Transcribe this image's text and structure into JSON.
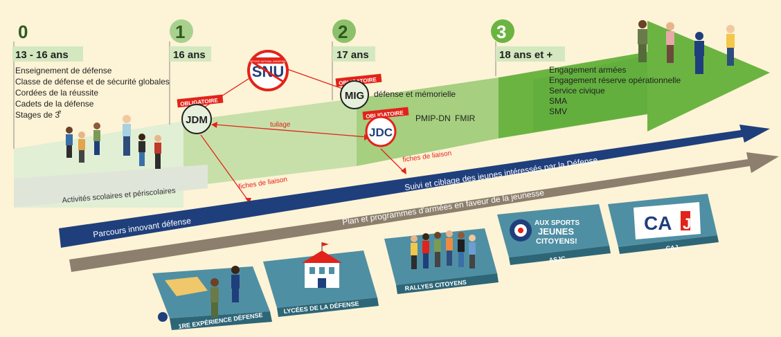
{
  "stages": [
    {
      "number": "0",
      "age": "13 - 16 ans"
    },
    {
      "number": "1",
      "age": "16 ans"
    },
    {
      "number": "2",
      "age": "17 ans"
    },
    {
      "number": "3",
      "age": "18 ans et +"
    }
  ],
  "stage0_items": [
    "Enseignement de défense",
    "Classe de défense et de sécurité globales",
    "Cordées de la réussite",
    "Cadets de la défense",
    "Stages de 3"
  ],
  "stage0_superscript": "e",
  "stage3_items": [
    "Engagement armées",
    "Engagement réserve opérationnelle",
    "Service civique",
    "SMA",
    "SMV"
  ],
  "badges": {
    "obligatoire": "OBLIGATOIRE",
    "snu": "SNU",
    "snu_small": "SERVICE NATIONAL UNIVERSEL",
    "jdm": "JDM",
    "mig": "MIG",
    "jdc": "JDC"
  },
  "labels": {
    "mig_desc": "défense et mémorielle",
    "pmip": "PMIP-DN",
    "fmir": "FMIR",
    "tuilage": "tuilage",
    "fiches1": "fiches de liaison",
    "fiches2": "fiches de liaison",
    "band_activities": "Activités scolaires et périscolaires",
    "band_suivi": "Suivi et ciblage des jeunes intéressés par la Défense",
    "band_parcours": "Parcours innovant défense",
    "band_plan": "Plan et programmes d'armées en faveur de la jeunesse"
  },
  "tiles": [
    {
      "label": "1RE EXPÉRIENCE DÉFENSE"
    },
    {
      "label": "LYCÉES DE LA DÉFENSE"
    },
    {
      "label": "RALLYES CITOYENS"
    },
    {
      "label": "ASJC",
      "logo": [
        "AUX SPORTS",
        "JEUNES",
        "CITOYENS!"
      ]
    },
    {
      "label": "CAJ",
      "logo": [
        "CA",
        "J"
      ]
    }
  ],
  "colors": {
    "background": "#fdf3d6",
    "green_dark": "#5aa93a",
    "green_mid": "#a9d18e",
    "green_light": "#d4e8c0",
    "navy": "#1f3f7c",
    "taupe": "#8c7f6d",
    "teal": "#4f8fa3",
    "red": "#e2231a"
  }
}
